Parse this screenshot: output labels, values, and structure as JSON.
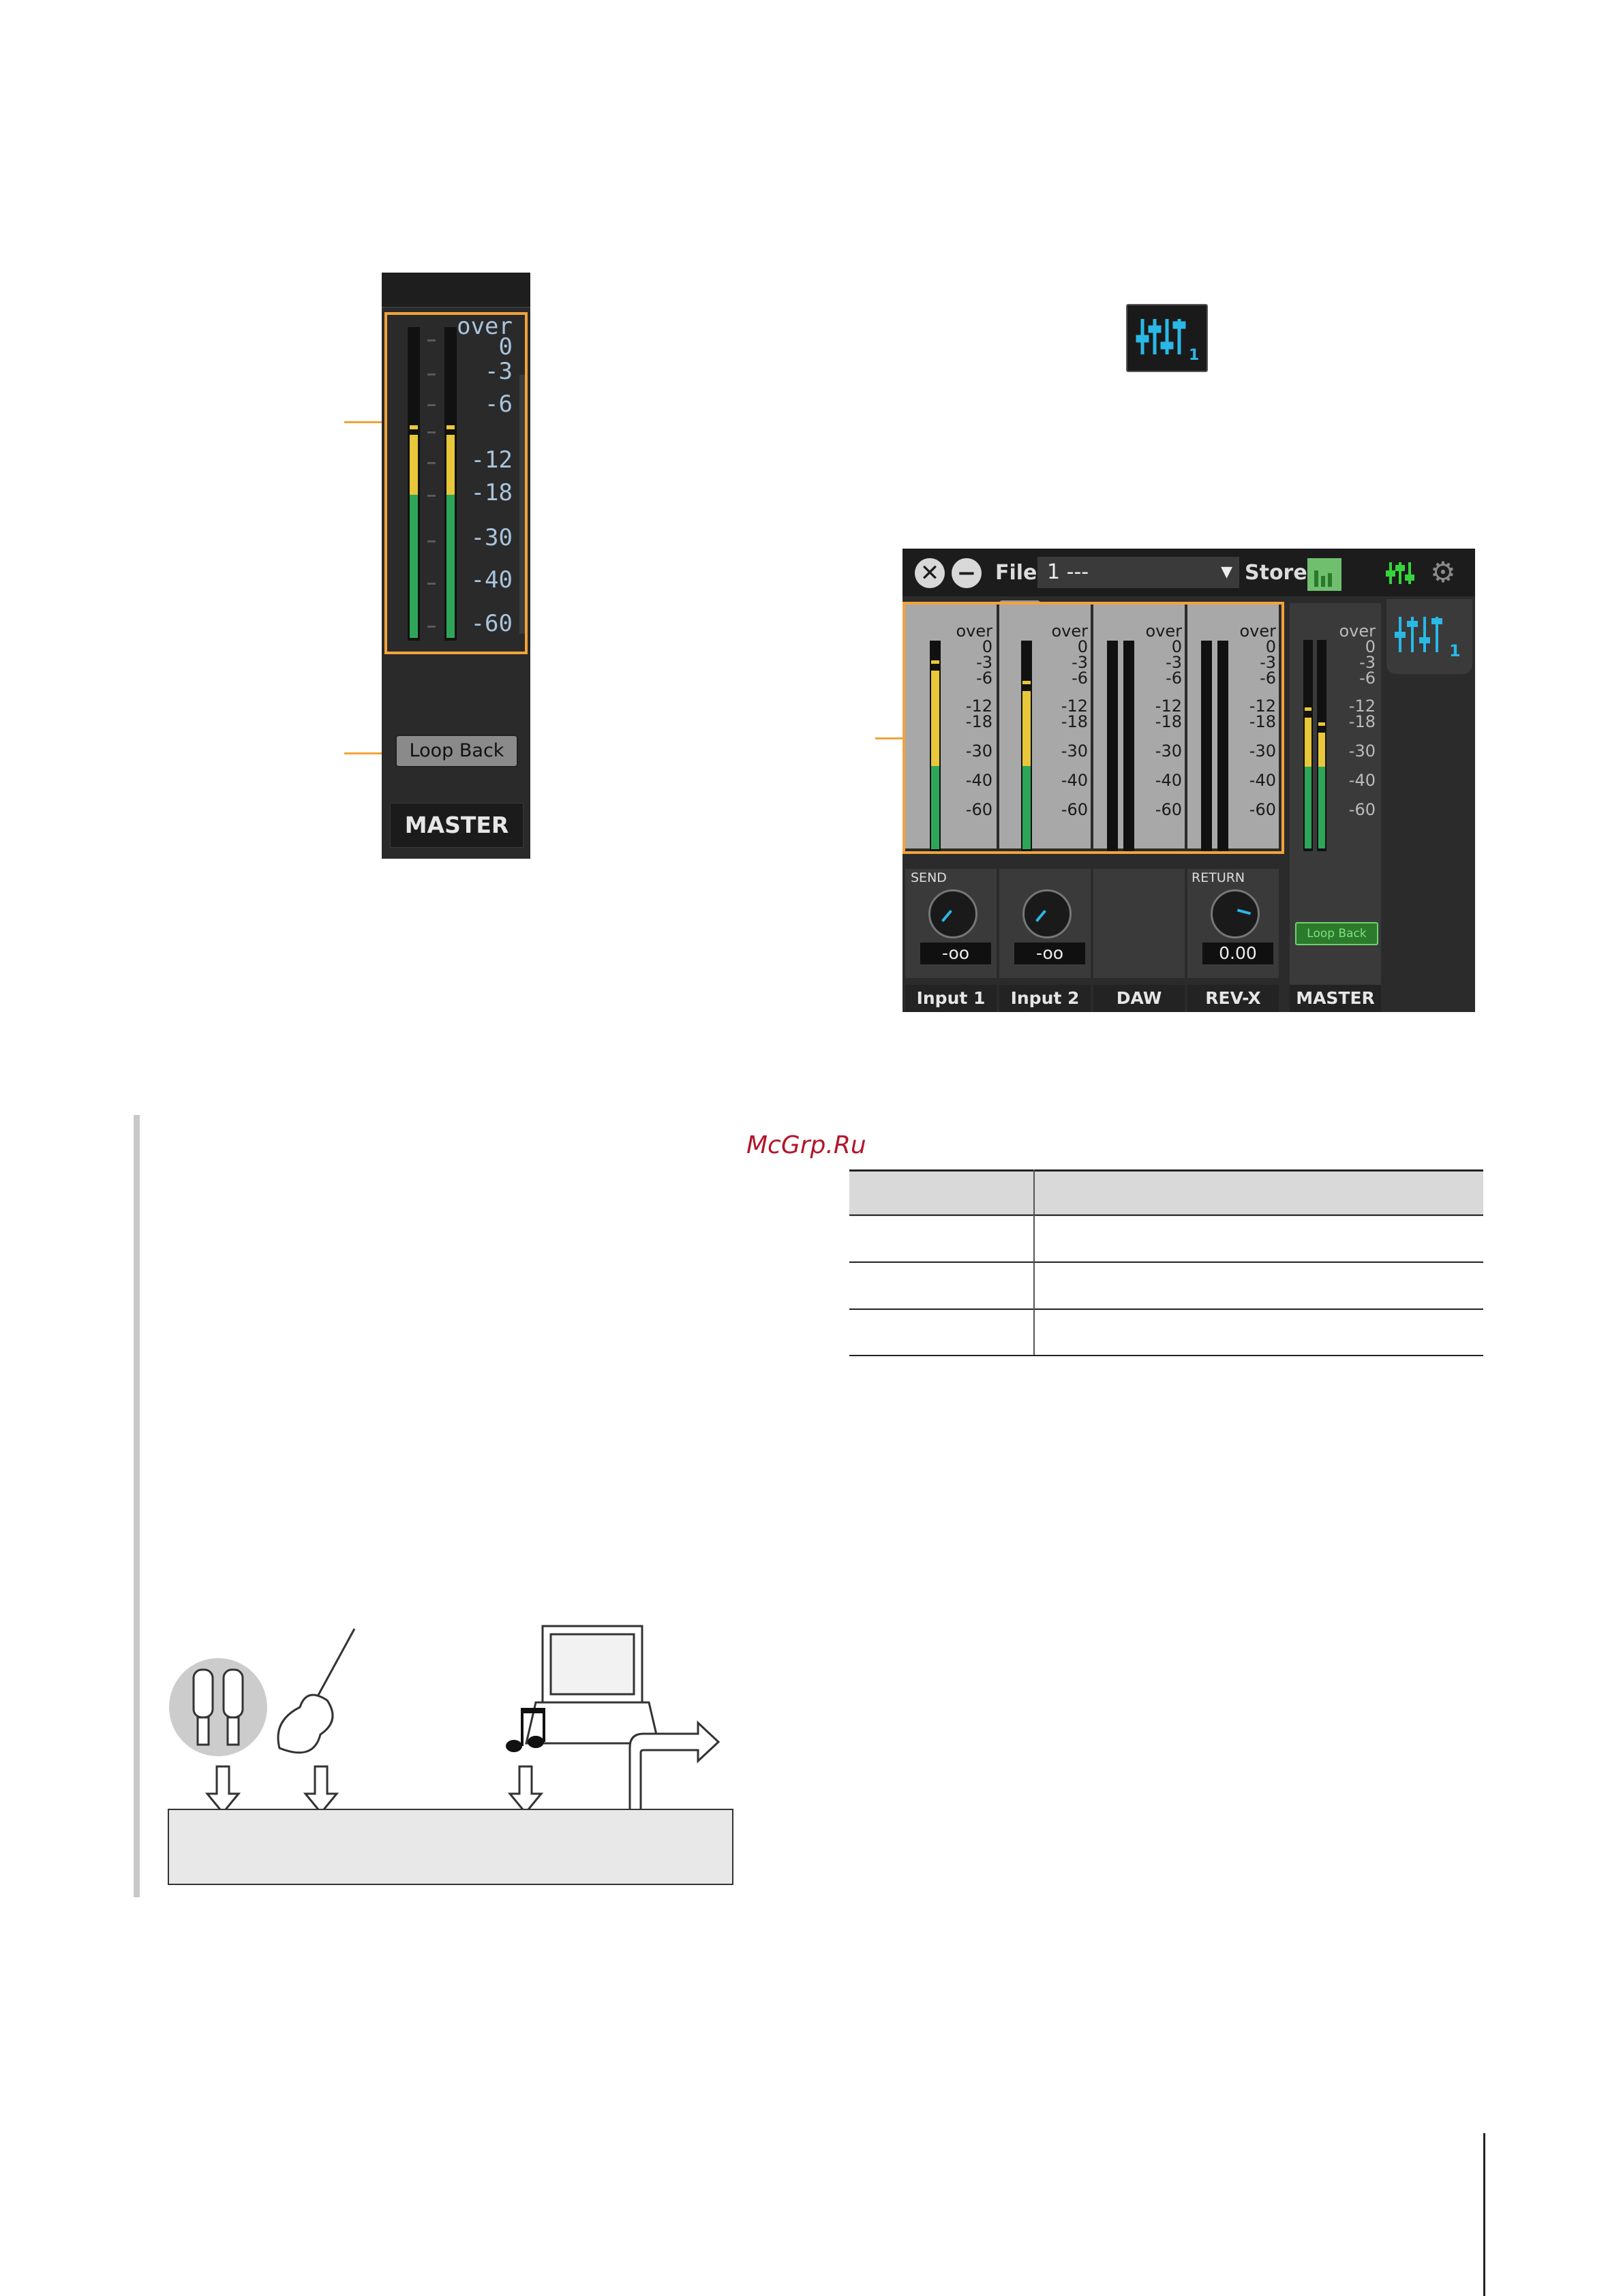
{
  "master_strip": {
    "scale": [
      "over",
      "0",
      "-3",
      "-6",
      "-12",
      "-18",
      "-30",
      "-40",
      "-60"
    ],
    "loop_back_label": "Loop Back",
    "name": "MASTER",
    "meter_levels": {
      "left": 0.62,
      "right": 0.62
    }
  },
  "mixer_window": {
    "file_label": "File",
    "file_value": "1  ---",
    "store_label": "Store",
    "channels": [
      {
        "name": "Input 1",
        "section": "SEND",
        "value": "-oo",
        "level": 0.88
      },
      {
        "name": "Input 2",
        "section": "",
        "value": "-oo",
        "level": 0.78
      },
      {
        "name": "DAW",
        "section": "",
        "value": "",
        "level": 0
      },
      {
        "name": "REV-X",
        "section": "RETURN",
        "value": "0.00",
        "level": 0
      }
    ],
    "master": {
      "name": "MASTER",
      "loop_back_label": "Loop Back",
      "level": 0.62
    },
    "scale": [
      "over",
      "0",
      "-3",
      "-6",
      "-12",
      "-18",
      "-30",
      "-40",
      "-60"
    ],
    "tab_number": "1"
  },
  "watermark": "McGrp.Ru",
  "colors": {
    "highlight": "#f2a33a",
    "meter_green": "#2ea65a",
    "meter_yellow": "#e8c83a",
    "accent_cyan": "#2ab8e6",
    "accent_green": "#36d33c"
  }
}
